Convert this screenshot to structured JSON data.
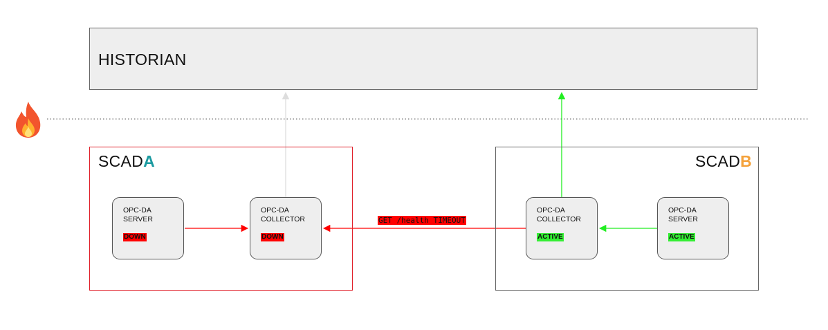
{
  "historian": {
    "label": "HISTORIAN"
  },
  "scada_a": {
    "title_main": "SCAD",
    "title_accent": "A",
    "accent_color": "#1a9aa0"
  },
  "scada_b": {
    "title_main": "SCAD",
    "title_accent": "B",
    "accent_color": "#f4a13a"
  },
  "nodes": {
    "a_server": {
      "label": "OPC-DA\nSERVER",
      "status": "DOWN",
      "status_color": "#ff0000"
    },
    "a_collector": {
      "label": "OPC-DA\nCOLLECTOR",
      "status": "DOWN",
      "status_color": "#ff0000"
    },
    "b_collector": {
      "label": "OPC-DA\nCOLLECTOR",
      "status": "ACTIVE",
      "status_color": "#33ee33"
    },
    "b_server": {
      "label": "OPC-DA\nSERVER",
      "status": "ACTIVE",
      "status_color": "#33ee33"
    }
  },
  "edges": {
    "health_check_label": "GET /health TIMEOUT",
    "down_color": "#ff0000",
    "active_color": "#22ee22",
    "inactive_color": "#dddddd"
  },
  "icons": {
    "firewall": "fire-icon"
  },
  "colors": {
    "scada_a_border": "#e0202a",
    "scada_b_border": "#666666"
  }
}
